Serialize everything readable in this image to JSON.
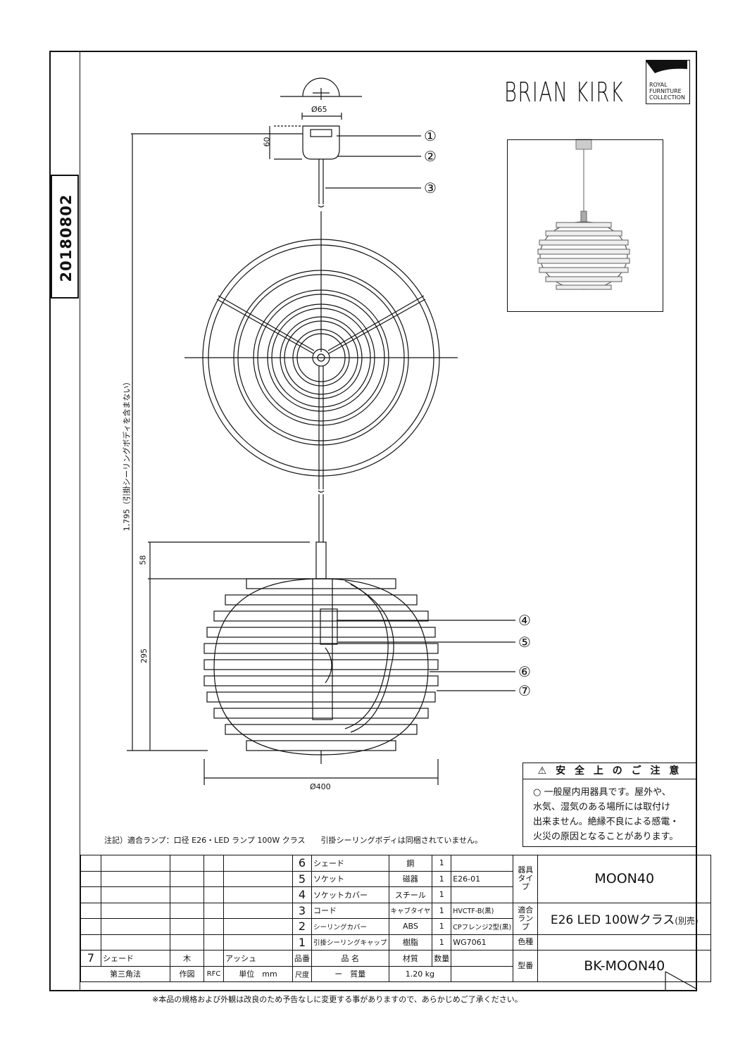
{
  "drawing_date": "20180802",
  "brand": {
    "name": "BRIAN KIRK",
    "collection_lines": [
      "ROYAL",
      "FURNITURE",
      "COLLECTION"
    ]
  },
  "dimensions": {
    "canopy_diameter": "Ø65",
    "canopy_height": "60",
    "total_height": "1,795（引掛シーリングボディを含まない）",
    "socket_height": "58",
    "shade_height": "295",
    "shade_diameter": "Ø400"
  },
  "callouts": [
    "①",
    "②",
    "③",
    "④",
    "⑤",
    "⑥",
    "⑦"
  ],
  "safety": {
    "title": "⚠ 安 全 上 の ご 注 意",
    "lines": [
      "○ 一般屋内用器具です。屋外や、",
      "水気、湿気のある場所には取付け",
      "出来ません。絶縁不良による感電・",
      "火災の原因となることがあります。"
    ]
  },
  "note": "注記）適合ランプ：口径 E26・LED ランプ 100W クラス　　引掛シーリングボディは同梱されていません。",
  "parts": [
    {
      "no": "6",
      "name": "シェード",
      "material": "鋼",
      "qty": "1",
      "spec": ""
    },
    {
      "no": "5",
      "name": "ソケット",
      "material": "磁器",
      "qty": "1",
      "spec": "E26-01"
    },
    {
      "no": "4",
      "name": "ソケットカバー",
      "material": "スチール",
      "qty": "1",
      "spec": ""
    },
    {
      "no": "3",
      "name": "コード",
      "material": "キャブタイヤ",
      "qty": "1",
      "spec": "HVCTF-B(黒)"
    },
    {
      "no": "2",
      "name": "シーリングカバー",
      "material": "ABS",
      "qty": "1",
      "spec": "CPフレンジ2型(黒)"
    },
    {
      "no": "1",
      "name": "引掛シーリングキャップ",
      "material": "樹脂",
      "qty": "1",
      "spec": "WG7061"
    }
  ],
  "part7": {
    "no": "7",
    "name": "シェード",
    "material": "木",
    "finish": "アッシュ"
  },
  "headers": {
    "part_no": "品番",
    "part_name": "品 名",
    "material": "材質",
    "qty": "数量"
  },
  "title_block": {
    "projection": "第三角法",
    "drawn_label": "作図",
    "drawn_by": "RFC",
    "unit_label": "単位",
    "unit": "mm",
    "scale_label": "尺度",
    "scale": "ー",
    "weight_label": "質量",
    "weight": "1.20 kg"
  },
  "right_block": {
    "fixture_type_label": "器具タイプ",
    "fixture_type": "MOON40",
    "lamp_label": "適合ランプ",
    "lamp": "E26 LED 100Wクラス",
    "lamp_note": "(別売)",
    "color_label": "色種",
    "color": "",
    "model_label": "型番",
    "model": "BK-MOON40"
  },
  "footer": "※本品の規格および外観は改良のため予告なしに変更する事がありますので、あらかじめご了承ください。"
}
